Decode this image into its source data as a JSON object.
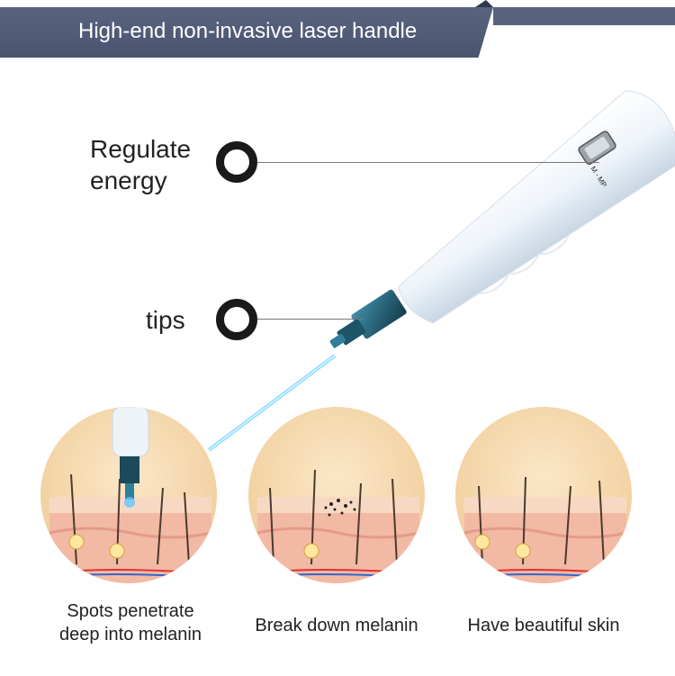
{
  "header": {
    "title": "High-end non-invasive laser handle"
  },
  "callouts": [
    {
      "label": "Regulate\nenergy"
    },
    {
      "label": "tips"
    }
  ],
  "device": {
    "button_text": "M - MP"
  },
  "steps": [
    {
      "caption": "Spots penetrate\ndeep into melanin"
    },
    {
      "caption": "Break down melanin"
    },
    {
      "caption": "Have beautiful skin"
    }
  ],
  "colors": {
    "banner": "#58647e",
    "laser": "#4fc3f7",
    "tip": "#2a6f86"
  }
}
